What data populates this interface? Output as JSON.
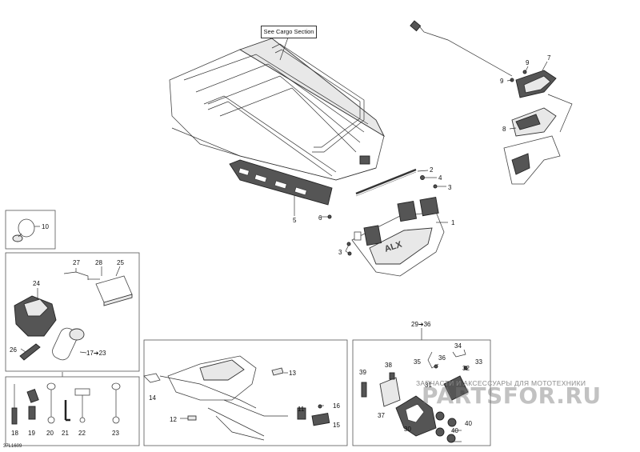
{
  "diagram": {
    "id_code": "37L1609",
    "cargo_note": "See Cargo Section",
    "watermark": {
      "top_line": "ЗАПЧАСТИ И АКСЕССУАРЫ ДЛЯ МОТОТЕХНИКИ",
      "site": "PARTSFOR.RU"
    },
    "callouts": {
      "c1": "1",
      "c2": "2",
      "c3a": "3",
      "c3b": "3",
      "c4": "4",
      "c5": "5",
      "c6": "6",
      "c7": "7",
      "c8": "8",
      "c9a": "9",
      "c9b": "9",
      "c10": "10",
      "c11": "11",
      "c12": "12",
      "c13": "13",
      "c14": "14",
      "c15": "15",
      "c16": "16",
      "c17": "17➔23",
      "c18": "18",
      "c19": "19",
      "c20": "20",
      "c21": "21",
      "c22": "22",
      "c23": "23",
      "c24": "24",
      "c25": "25",
      "c26": "26",
      "c27": "27",
      "c28": "28",
      "c29": "29➔36",
      "c30": "30",
      "c31": "31",
      "c32": "32",
      "c33": "33",
      "c34": "34",
      "c35": "35",
      "c36": "36",
      "c37": "37",
      "c38": "38",
      "c39": "39",
      "c40a": "40",
      "c40b": "40"
    }
  }
}
